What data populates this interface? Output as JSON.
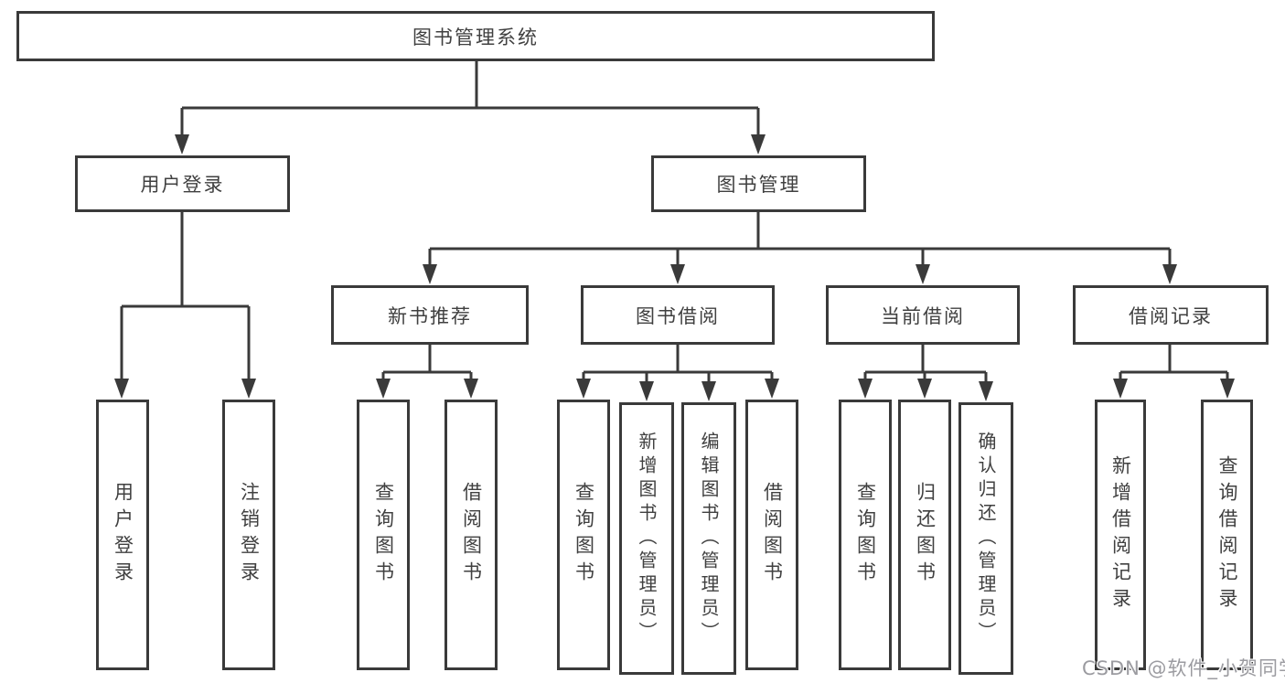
{
  "nodes": {
    "root": {
      "label": "图书管理系统"
    },
    "level2": [
      {
        "label": "用户登录",
        "parent": "图书管理系统"
      },
      {
        "label": "图书管理",
        "parent": "图书管理系统"
      }
    ],
    "level3": [
      {
        "label": "新书推荐",
        "parent": "图书管理"
      },
      {
        "label": "图书借阅",
        "parent": "图书管理"
      },
      {
        "label": "当前借阅",
        "parent": "图书管理"
      },
      {
        "label": "借阅记录",
        "parent": "图书管理"
      }
    ],
    "leaves": [
      {
        "label": "用户登录",
        "parent": "用户登录"
      },
      {
        "label": "注销登录",
        "parent": "用户登录"
      },
      {
        "label": "查询图书",
        "parent": "新书推荐"
      },
      {
        "label": "借阅图书",
        "parent": "新书推荐"
      },
      {
        "label": "查询图书",
        "parent": "图书借阅"
      },
      {
        "label": "新增图书（管理员）",
        "parent": "图书借阅"
      },
      {
        "label": "编辑图书（管理员）",
        "parent": "图书借阅"
      },
      {
        "label": "借阅图书",
        "parent": "图书借阅"
      },
      {
        "label": "查询图书",
        "parent": "当前借阅"
      },
      {
        "label": "归还图书",
        "parent": "当前借阅"
      },
      {
        "label": "确认归还（管理员）",
        "parent": "当前借阅"
      },
      {
        "label": "新增借阅记录",
        "parent": "借阅记录"
      },
      {
        "label": "查询借阅记录",
        "parent": "借阅记录"
      }
    ]
  },
  "watermark": {
    "text": "CSDN @软件_小贺同学"
  },
  "colors": {
    "line": "#3a3a3a",
    "box_border": "#3a3a3a",
    "box_background": "#ffffff",
    "text": "#404040",
    "watermark": "#9b9ba0",
    "background": "#ffffff"
  }
}
